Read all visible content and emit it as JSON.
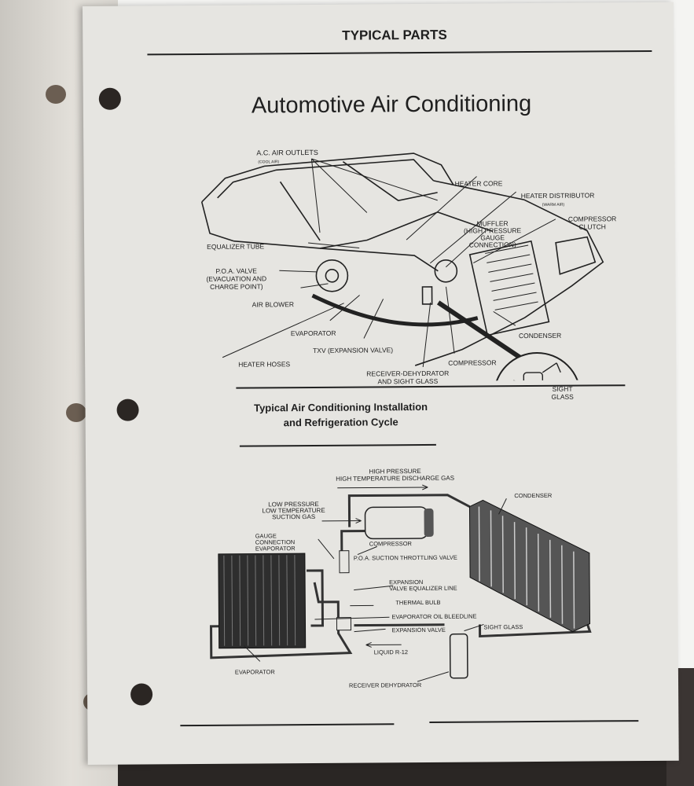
{
  "header": {
    "section": "TYPICAL PARTS"
  },
  "title": "Automotive Air Conditioning",
  "figure1": {
    "labels": {
      "ac_air_outlets": "A.C. AIR OUTLETS",
      "cool_air": "(COOL AIR)",
      "heater_core": "HEATER CORE",
      "heater_distributor": "HEATER DISTRIBUTOR",
      "warm_air": "(WARM AIR)",
      "muffler": "MUFFLER\n(HIGH PRESSURE\nGAUGE\nCONNECTION)",
      "compressor_clutch": "COMPRESSOR\nCLUTCH",
      "equalizer_tube": "EQUALIZER TUBE",
      "poa_valve": "P.O.A. VALVE\n(EVACUATION AND\nCHARGE POINT)",
      "air_blower": "AIR BLOWER",
      "evaporator": "EVAPORATOR",
      "txv": "TXV (EXPANSION VALVE)",
      "heater_hoses": "HEATER HOSES",
      "compressor": "COMPRESSOR",
      "condenser": "CONDENSER",
      "receiver_dehydrator": "RECEIVER-DEHYDRATOR\nAND SIGHT GLASS",
      "sight_glass": "SIGHT\nGLASS"
    }
  },
  "caption": {
    "line1": "Typical Air Conditioning Installation",
    "line2": "and Refrigeration Cycle"
  },
  "figure2": {
    "labels": {
      "high_pressure": "HIGH PRESSURE\nHIGH TEMPERATURE DISCHARGE GAS",
      "low_pressure": "LOW PRESSURE\nLOW TEMPERATURE\nSUCTION GAS",
      "condenser": "CONDENSER",
      "gauge_connection": "GAUGE\nCONNECTION\nEVAPORATOR",
      "compressor": "COMPRESSOR",
      "poa_suction": "P.O.A. SUCTION THROTTLING VALVE",
      "expansion_equalizer": "EXPANSION\nVALVE EQUALIZER LINE",
      "thermal_bulb": "THERMAL BULB",
      "oil_bleedline": "EVAPORATOR OIL BLEEDLINE",
      "expansion_valve": "EXPANSION VALVE",
      "sight_glass": "SIGHT GLASS",
      "liquid": "LIQUID R-12",
      "evaporator": "EVAPORATOR",
      "receiver_dehydrator": "RECEIVER DEHYDRATOR"
    }
  }
}
